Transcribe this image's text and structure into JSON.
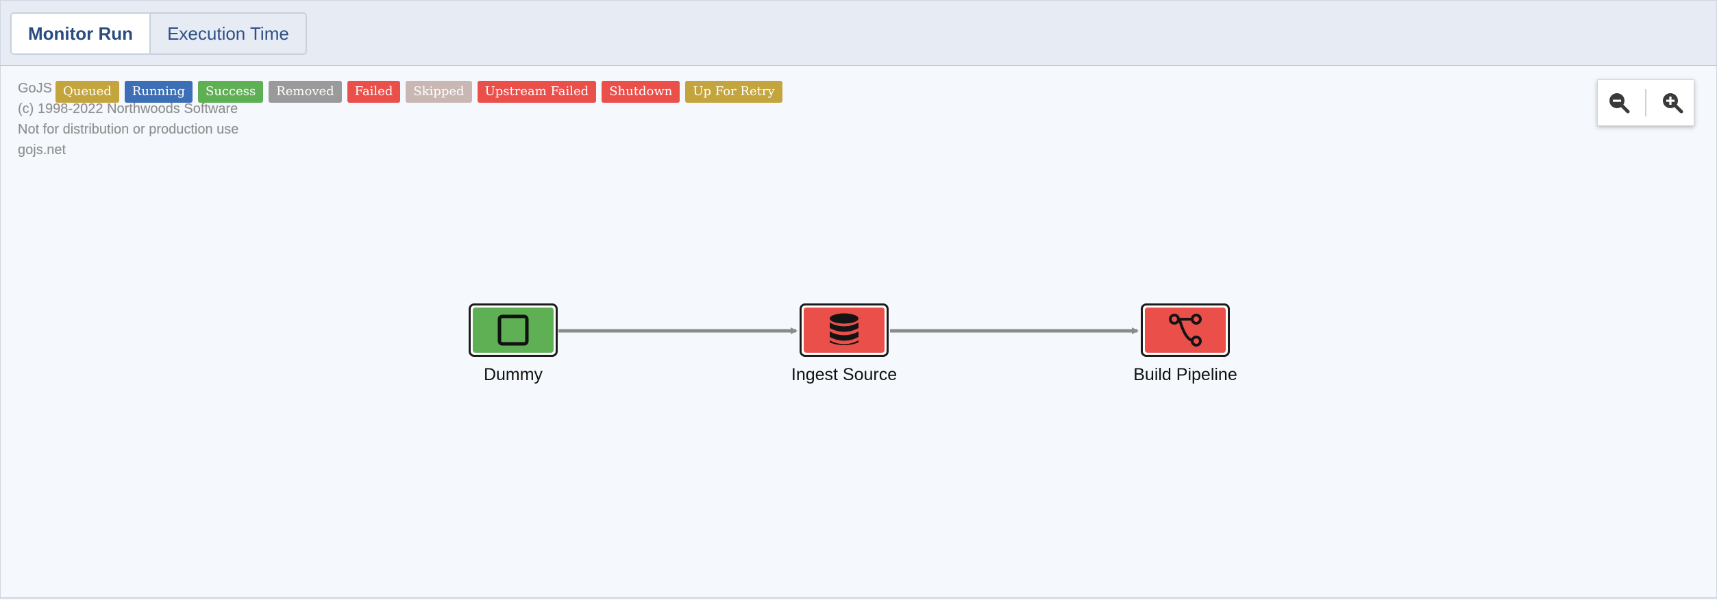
{
  "tabs": [
    {
      "label": "Monitor Run",
      "active": true
    },
    {
      "label": "Execution Time",
      "active": false
    }
  ],
  "watermark": {
    "lines": [
      "GoJS evaluation",
      "(c) 1998-2022 Northwoods Software",
      "Not for distribution or production use",
      "gojs.net"
    ]
  },
  "legend": [
    {
      "label": "Queued",
      "color": "#c4a43c"
    },
    {
      "label": "Running",
      "color": "#3d6fb6"
    },
    {
      "label": "Success",
      "color": "#5fb054"
    },
    {
      "label": "Removed",
      "color": "#9a9a9a"
    },
    {
      "label": "Failed",
      "color": "#ea4f4a"
    },
    {
      "label": "Skipped",
      "color": "#c9b7b3"
    },
    {
      "label": "Upstream Failed",
      "color": "#ea4f4a"
    },
    {
      "label": "Shutdown",
      "color": "#ea4f4a"
    },
    {
      "label": "Up For Retry",
      "color": "#c4a43c"
    }
  ],
  "zoom": {
    "out_icon": "zoom-out-icon",
    "in_icon": "zoom-in-icon"
  },
  "graph": {
    "nodes": [
      {
        "id": "dummy",
        "label": "Dummy",
        "status": "Success",
        "color": "#5fb054",
        "icon": "square-icon"
      },
      {
        "id": "ingest",
        "label": "Ingest Source",
        "status": "Failed",
        "color": "#ea4f4a",
        "icon": "database-icon"
      },
      {
        "id": "build",
        "label": "Build Pipeline",
        "status": "Failed",
        "color": "#ea4f4a",
        "icon": "branch-icon"
      }
    ],
    "edges": [
      {
        "from": "dummy",
        "to": "ingest"
      },
      {
        "from": "ingest",
        "to": "build"
      }
    ]
  },
  "colors": {
    "edge": "#8a8a8a",
    "node_border": "#1b1b1b"
  }
}
